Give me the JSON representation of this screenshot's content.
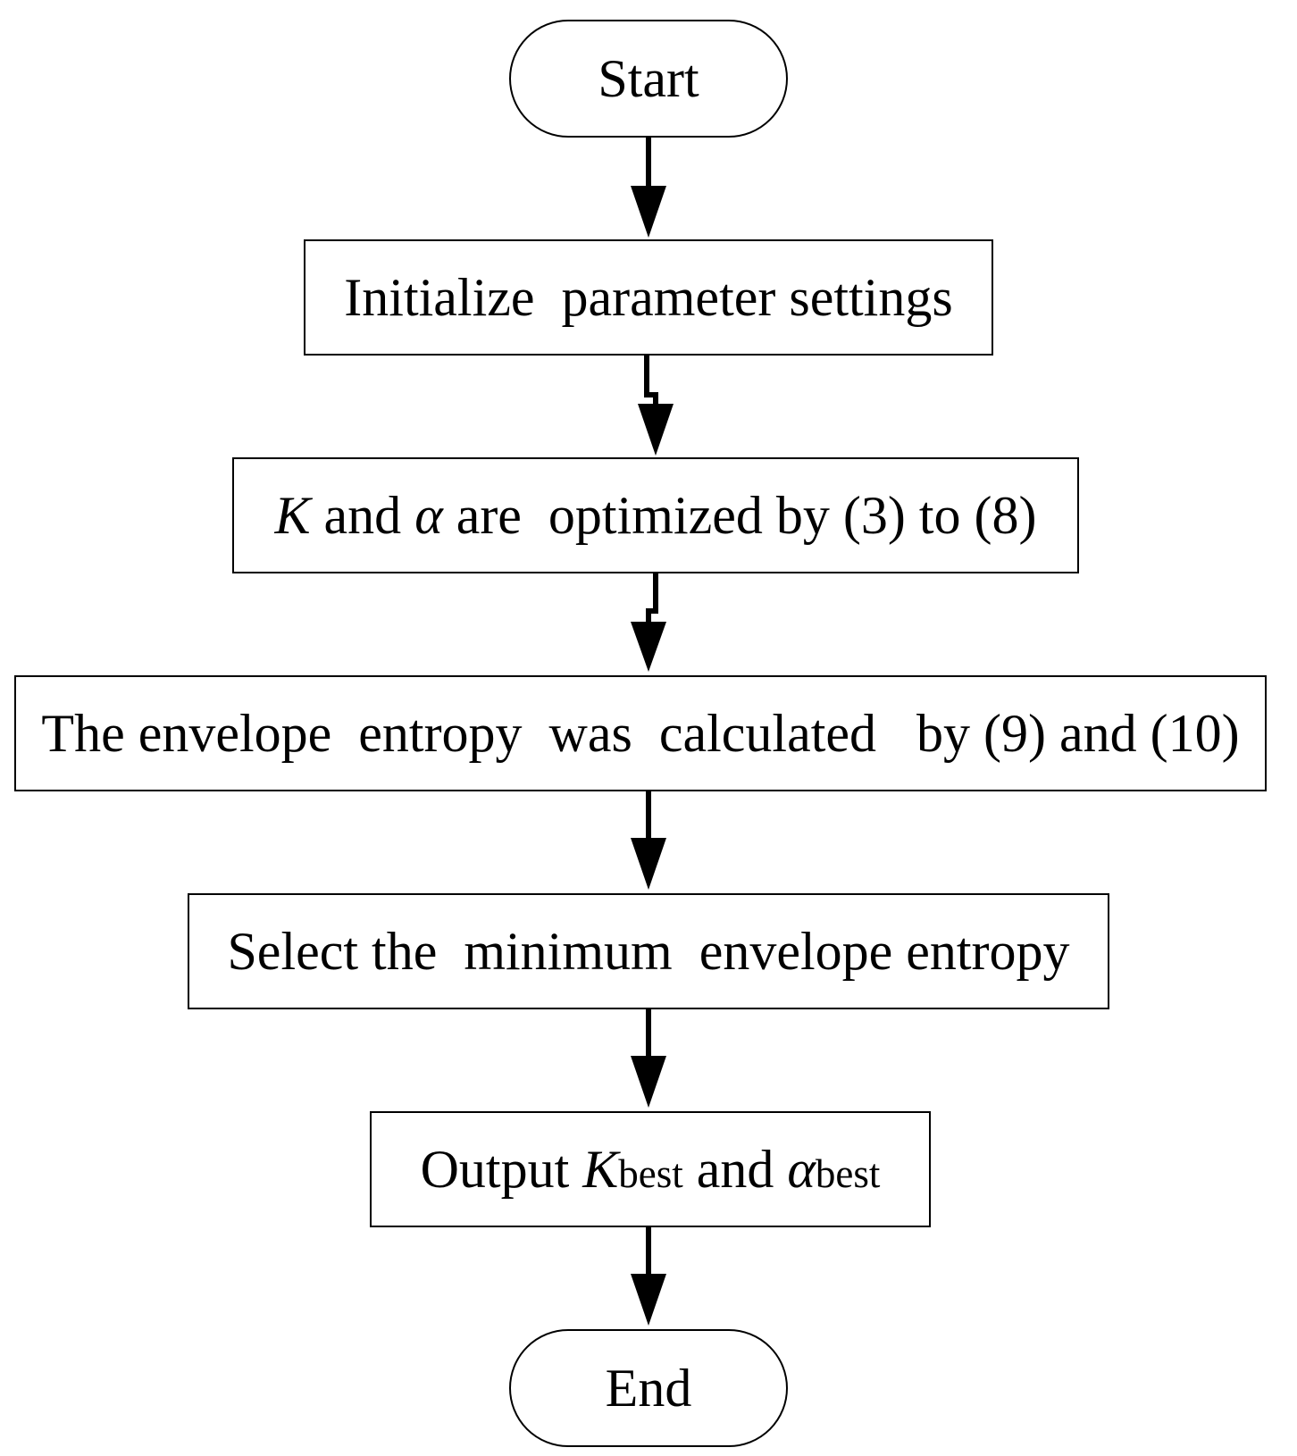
{
  "flowchart": {
    "start": {
      "label": "Start"
    },
    "step_init": {
      "label": "Initialize  parameter settings"
    },
    "step_optimize": {
      "k_symbol": "K",
      "text_1": " and ",
      "alpha_symbol": "α",
      "text_2": " are  optimized by (3) to (8)"
    },
    "step_entropy": {
      "label": "The envelope  entropy  was  calculated   by (9) and (10)"
    },
    "step_select": {
      "label": "Select the  minimum  envelope entropy"
    },
    "step_output": {
      "prefix": "Output ",
      "k_symbol": "K",
      "k_subscript": "best",
      "middle": " and ",
      "alpha_symbol": "α",
      "alpha_subscript": "best"
    },
    "end": {
      "label": "End"
    }
  }
}
